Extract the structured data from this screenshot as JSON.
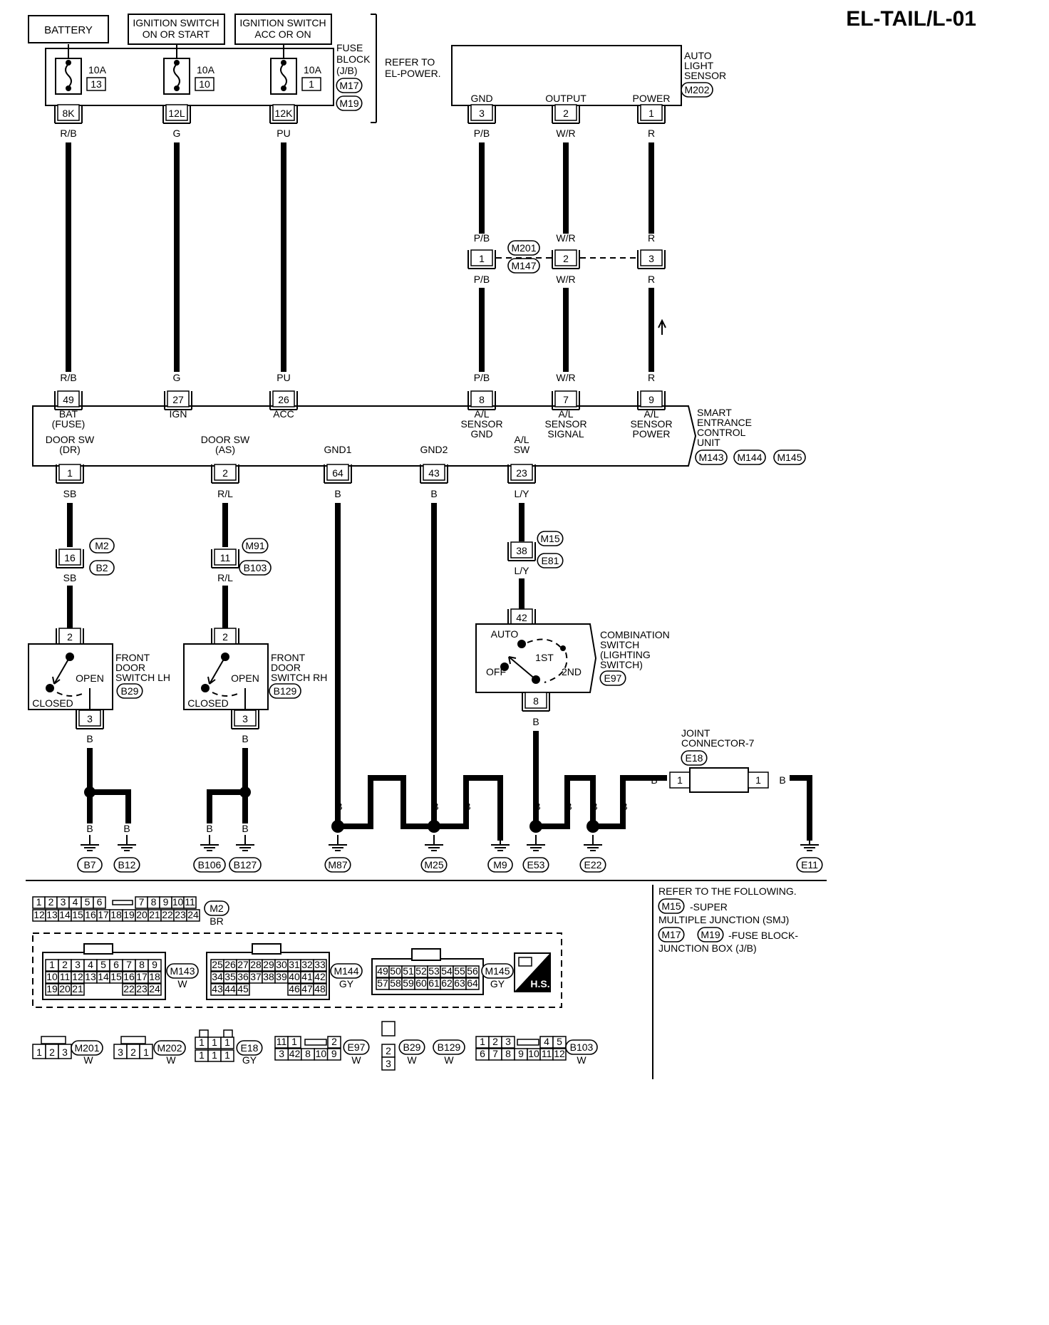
{
  "title": "EL-TAIL/L-01",
  "power_sources": {
    "battery": "BATTERY",
    "ign_on_start": [
      "IGNITION SWITCH",
      "ON OR START"
    ],
    "ign_acc_on": [
      "IGNITION SWITCH",
      "ACC OR ON"
    ]
  },
  "fuse_block": {
    "label": [
      "FUSE",
      "BLOCK",
      "(J/B)"
    ],
    "connectors": [
      "M17",
      "M19"
    ],
    "refer": [
      "REFER TO",
      "EL-POWER."
    ],
    "fuses": [
      {
        "amps": "10A",
        "num": "13",
        "term": "8K",
        "wire": "R/B"
      },
      {
        "amps": "10A",
        "num": "10",
        "term": "12L",
        "wire": "G"
      },
      {
        "amps": "10A",
        "num": "1",
        "term": "12K",
        "wire": "PU"
      }
    ]
  },
  "auto_light_sensor": {
    "label": [
      "AUTO",
      "LIGHT",
      "SENSOR"
    ],
    "connector": "M202",
    "pins": [
      {
        "name": "GND",
        "pin": "3",
        "wire": "P/B"
      },
      {
        "name": "OUTPUT",
        "pin": "2",
        "wire": "W/R"
      },
      {
        "name": "POWER",
        "pin": "1",
        "wire": "R"
      }
    ]
  },
  "inline_connector": {
    "ids": [
      "M201",
      "M147"
    ],
    "pins": [
      "1",
      "2",
      "3"
    ]
  },
  "secu": {
    "label": [
      "SMART",
      "ENTRANCE",
      "CONTROL",
      "UNIT"
    ],
    "connectors": [
      "M143",
      "M144",
      "M145"
    ],
    "top_pins": [
      {
        "pin": "49",
        "wire": "R/B",
        "name": [
          "BAT",
          "(FUSE)"
        ]
      },
      {
        "pin": "27",
        "wire": "G",
        "name": [
          "IGN"
        ]
      },
      {
        "pin": "26",
        "wire": "PU",
        "name": [
          "ACC"
        ]
      },
      {
        "pin": "8",
        "wire": "P/B",
        "name": [
          "A/L",
          "SENSOR",
          "GND"
        ]
      },
      {
        "pin": "7",
        "wire": "W/R",
        "name": [
          "A/L",
          "SENSOR",
          "SIGNAL"
        ]
      },
      {
        "pin": "9",
        "wire": "R",
        "name": [
          "A/L",
          "SENSOR",
          "POWER"
        ]
      }
    ],
    "bottom_pins": [
      {
        "pin": "1",
        "wire": "SB",
        "name": [
          "DOOR SW",
          "(DR)"
        ]
      },
      {
        "pin": "2",
        "wire": "R/L",
        "name": [
          "DOOR SW",
          "(AS)"
        ]
      },
      {
        "pin": "64",
        "wire": "B",
        "name": [
          "GND1"
        ]
      },
      {
        "pin": "43",
        "wire": "B",
        "name": [
          "GND2"
        ]
      },
      {
        "pin": "23",
        "wire": "L/Y",
        "name": [
          "A/L",
          "SW"
        ]
      }
    ]
  },
  "door_lh": {
    "inline": {
      "pin": "16",
      "ids": [
        "M2",
        "B2"
      ],
      "wire": "SB"
    },
    "label": [
      "FRONT",
      "DOOR",
      "SWITCH LH"
    ],
    "connector": "B29",
    "pins": [
      "2",
      "3"
    ],
    "open": "OPEN",
    "closed": "CLOSED"
  },
  "door_rh": {
    "inline": {
      "pin": "11",
      "ids": [
        "M91",
        "B103"
      ],
      "wire": "R/L"
    },
    "label": [
      "FRONT",
      "DOOR",
      "SWITCH RH"
    ],
    "connector": "B129",
    "pins": [
      "2",
      "3"
    ],
    "open": "OPEN",
    "closed": "CLOSED"
  },
  "combo_switch": {
    "inline": {
      "pin": "38",
      "ids": [
        "M15",
        "E81"
      ],
      "wire": "L/Y"
    },
    "label": [
      "COMBINATION",
      "SWITCH",
      "(LIGHTING",
      "SWITCH)"
    ],
    "connector": "E97",
    "pins": [
      "42",
      "8"
    ],
    "positions": [
      "AUTO",
      "1ST",
      "OFF",
      "2ND"
    ]
  },
  "joint_connector": {
    "label": [
      "JOINT",
      "CONNECTOR-7"
    ],
    "connector": "E18",
    "pins": [
      "1",
      "1"
    ]
  },
  "wire_b": "B",
  "grounds": [
    "B7",
    "B12",
    "B106",
    "B127",
    "M87",
    "M25",
    "M9",
    "E53",
    "E22",
    "E11"
  ],
  "legend": {
    "m2": {
      "row1": [
        "1",
        "2",
        "3",
        "4",
        "5",
        "6",
        "7",
        "8",
        "9",
        "10",
        "11"
      ],
      "row2": [
        "12",
        "13",
        "14",
        "15",
        "16",
        "17",
        "18",
        "19",
        "20",
        "21",
        "22",
        "23",
        "24"
      ],
      "id": "M2",
      "color": "BR"
    },
    "m143": {
      "row1": [
        "1",
        "2",
        "3",
        "4",
        "5",
        "6",
        "7",
        "8",
        "9"
      ],
      "row2": [
        "10",
        "11",
        "12",
        "13",
        "14",
        "15",
        "16",
        "17",
        "18"
      ],
      "row3": [
        "19",
        "20",
        "21",
        "22",
        "23",
        "24"
      ],
      "id": "M143",
      "color": "W"
    },
    "m144": {
      "row1": [
        "25",
        "26",
        "27",
        "28",
        "29",
        "30",
        "31",
        "32",
        "33"
      ],
      "row2": [
        "34",
        "35",
        "36",
        "37",
        "38",
        "39",
        "40",
        "41",
        "42"
      ],
      "row3": [
        "43",
        "44",
        "45",
        "46",
        "47",
        "48"
      ],
      "id": "M144",
      "color": "GY"
    },
    "m145": {
      "row1": [
        "49",
        "50",
        "51",
        "52",
        "53",
        "54",
        "55",
        "56"
      ],
      "row2": [
        "57",
        "58",
        "59",
        "60",
        "61",
        "62",
        "63",
        "64"
      ],
      "id": "M145",
      "color": "GY"
    },
    "hs": "H.S.",
    "m201": {
      "pins": [
        "1",
        "2",
        "3"
      ],
      "id": "M201",
      "color": "W"
    },
    "m202": {
      "pins": [
        "3",
        "2",
        "1"
      ],
      "id": "M202",
      "color": "W"
    },
    "e18": {
      "row1": [
        "1",
        "1",
        "1"
      ],
      "row2": [
        "1",
        "1",
        "1"
      ],
      "id": "E18",
      "color": "GY"
    },
    "e97": {
      "row1": [
        "11",
        "1",
        "2"
      ],
      "row2": [
        "3",
        "42",
        "8",
        "10",
        "9"
      ],
      "id": "E97",
      "color": "W"
    },
    "b29": {
      "pins": [
        "2",
        "3"
      ],
      "ids": [
        "B29",
        "B129"
      ],
      "color": [
        "W",
        "W"
      ]
    },
    "b103": {
      "row1": [
        "1",
        "2",
        "3",
        "4",
        "5"
      ],
      "row2": [
        "6",
        "7",
        "8",
        "9",
        "10",
        "11",
        "12"
      ],
      "id": "B103",
      "color": "W"
    }
  },
  "refer_note": {
    "heading": "REFER TO THE FOLLOWING.",
    "m15": "M15",
    "m15_text": [
      "-SUPER",
      "MULTIPLE JUNCTION (SMJ)"
    ],
    "m17": "M17",
    "m19": "M19",
    "fb_text": [
      "-FUSE BLOCK-",
      "JUNCTION BOX (J/B)"
    ]
  }
}
